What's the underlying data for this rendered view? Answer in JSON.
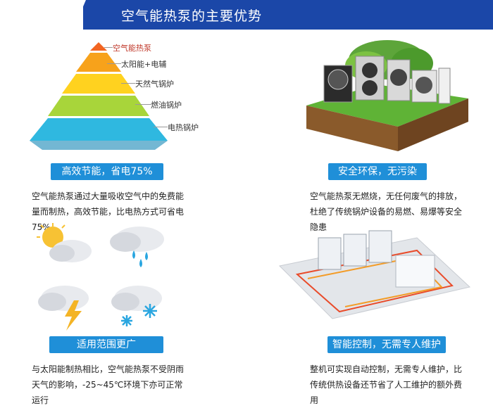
{
  "header": {
    "title": "空气能热泵的主要优势"
  },
  "pyramid": {
    "levels": [
      "空气能热泵",
      "太阳能+电辅",
      "天然气锅炉",
      "燃油锅炉",
      "电热锅炉"
    ],
    "colors": [
      "#f26522",
      "#f7a21b",
      "#ffd21f",
      "#a8d53a",
      "#2fb8e0"
    ]
  },
  "sections": [
    {
      "badge": "高效节能，省电75%",
      "desc": "空气能热泵通过大量吸收空气中的免费能量而制热，高效节能，比电热方式可省电75%"
    },
    {
      "badge": "安全环保，无污染",
      "desc": "空气能热泵无燃烧，无任何废气的排放，杜绝了传统锅炉设备的易燃、易爆等安全隐患"
    },
    {
      "badge": "适用范围更广",
      "desc": "与太阳能制热相比，空气能热泵不受阴雨天气的影响，-25~45℃环境下亦可正常运行"
    },
    {
      "badge": "智能控制，无需专人维护",
      "desc": "整机可实现自动控制，无需专人维护，比传统供热设备还节省了人工维护的额外费用"
    }
  ],
  "colors": {
    "header": "#1b47a8",
    "badge": "#1f8fd8"
  }
}
